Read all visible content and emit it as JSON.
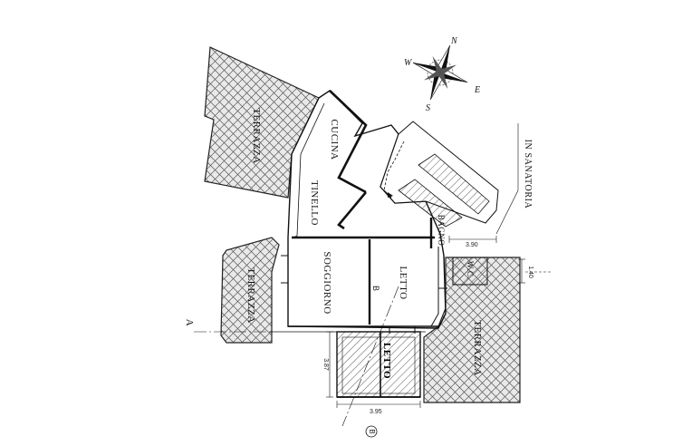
{
  "compass": {
    "n": "N",
    "e": "E",
    "s": "S",
    "w": "W"
  },
  "rooms": {
    "terrazza_top": "TERRAZZA",
    "cucina": "CUCINA",
    "tinello": "TINELLO",
    "bagno": "BAGNO",
    "wc": "W.C.",
    "soggiorno": "SOGGIORNO",
    "letto_1": "LETTO",
    "letto_2": "LETTO",
    "terrazza_left": "TERRAZZA",
    "terrazza_right": "TERRAZZA"
  },
  "notes": {
    "sanatoria": "IN SANATORIA"
  },
  "dimensions": {
    "bagno_width": "3.90",
    "wc_side": "1.40",
    "letto_height": "3.87",
    "letto_width": "3.95"
  },
  "section_marks": {
    "a": "A",
    "b_upper": "B",
    "b_lower": "B"
  }
}
